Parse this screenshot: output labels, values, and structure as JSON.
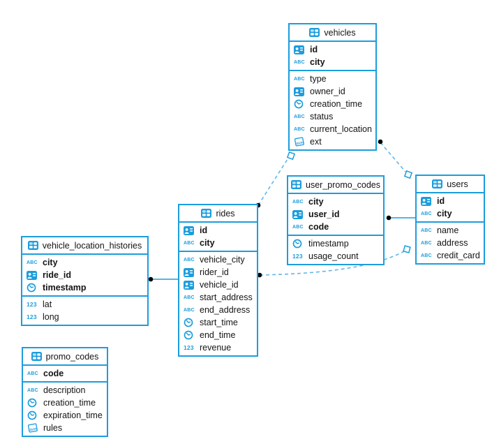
{
  "diagram": {
    "kind": "entity-relationship-diagram",
    "background": "#ffffff"
  },
  "colors": {
    "primary_blue": "#1c9ddd",
    "dash_blue": "#63b7e6",
    "marker_dot": "#000000",
    "text": "#141414"
  },
  "glyphs": {
    "text_type": "ABC",
    "number_type": "123",
    "json_type": "JSON"
  },
  "tables": [
    {
      "name": "vehicles",
      "title": "vehicles",
      "primary_keys": [
        {
          "icon": "id-icon",
          "label": "id"
        },
        {
          "icon": "text-type-icon",
          "label": "city"
        }
      ],
      "columns": [
        {
          "icon": "text-type-icon",
          "label": "type"
        },
        {
          "icon": "id-icon",
          "label": "owner_id"
        },
        {
          "icon": "clock-icon",
          "label": "creation_time"
        },
        {
          "icon": "text-type-icon",
          "label": "status"
        },
        {
          "icon": "text-type-icon",
          "label": "current_location"
        },
        {
          "icon": "json-icon",
          "label": "ext"
        }
      ]
    },
    {
      "name": "user_promo_codes",
      "title": "user_promo_codes",
      "primary_keys": [
        {
          "icon": "text-type-icon",
          "label": "city"
        },
        {
          "icon": "id-icon",
          "label": "user_id"
        },
        {
          "icon": "text-type-icon",
          "label": "code"
        }
      ],
      "columns": [
        {
          "icon": "clock-icon",
          "label": "timestamp"
        },
        {
          "icon": "number-type-icon",
          "label": "usage_count"
        }
      ]
    },
    {
      "name": "users",
      "title": "users",
      "primary_keys": [
        {
          "icon": "id-icon",
          "label": "id"
        },
        {
          "icon": "text-type-icon",
          "label": "city"
        }
      ],
      "columns": [
        {
          "icon": "text-type-icon",
          "label": "name"
        },
        {
          "icon": "text-type-icon",
          "label": "address"
        },
        {
          "icon": "text-type-icon",
          "label": "credit_card"
        }
      ]
    },
    {
      "name": "rides",
      "title": "rides",
      "primary_keys": [
        {
          "icon": "id-icon",
          "label": "id"
        },
        {
          "icon": "text-type-icon",
          "label": "city"
        }
      ],
      "columns": [
        {
          "icon": "text-type-icon",
          "label": "vehicle_city"
        },
        {
          "icon": "id-icon",
          "label": "rider_id"
        },
        {
          "icon": "id-icon",
          "label": "vehicle_id"
        },
        {
          "icon": "text-type-icon",
          "label": "start_address"
        },
        {
          "icon": "text-type-icon",
          "label": "end_address"
        },
        {
          "icon": "clock-icon",
          "label": "start_time"
        },
        {
          "icon": "clock-icon",
          "label": "end_time"
        },
        {
          "icon": "number-type-icon",
          "label": "revenue"
        }
      ]
    },
    {
      "name": "vehicle_location_histories",
      "title": "vehicle_location_histories",
      "primary_keys": [
        {
          "icon": "text-type-icon",
          "label": "city"
        },
        {
          "icon": "id-icon",
          "label": "ride_id"
        },
        {
          "icon": "clock-icon",
          "label": "timestamp"
        }
      ],
      "columns": [
        {
          "icon": "number-type-icon",
          "label": "lat"
        },
        {
          "icon": "number-type-icon",
          "label": "long"
        }
      ]
    },
    {
      "name": "promo_codes",
      "title": "promo_codes",
      "primary_keys": [
        {
          "icon": "text-type-icon",
          "label": "code"
        }
      ],
      "columns": [
        {
          "icon": "text-type-icon",
          "label": "description"
        },
        {
          "icon": "clock-icon",
          "label": "creation_time"
        },
        {
          "icon": "clock-icon",
          "label": "expiration_time"
        },
        {
          "icon": "json-icon",
          "label": "rules"
        }
      ]
    }
  ],
  "relationships": [
    {
      "from": "rides",
      "to": "vehicles",
      "from_marker": "dot",
      "to_marker": "open-square",
      "style": "dashed"
    },
    {
      "from": "vehicles",
      "to": "users",
      "from_marker": "dot",
      "to_marker": "open-square",
      "style": "dashed"
    },
    {
      "from": "user_promo_codes",
      "to": "users",
      "from_marker": "dot",
      "to_marker": "none",
      "style": "solid"
    },
    {
      "from": "rides",
      "to": "users",
      "from_marker": "dot",
      "to_marker": "open-square",
      "style": "dashed"
    },
    {
      "from": "vehicle_location_histories",
      "to": "rides",
      "from_marker": "dot",
      "to_marker": "none",
      "style": "solid"
    }
  ]
}
